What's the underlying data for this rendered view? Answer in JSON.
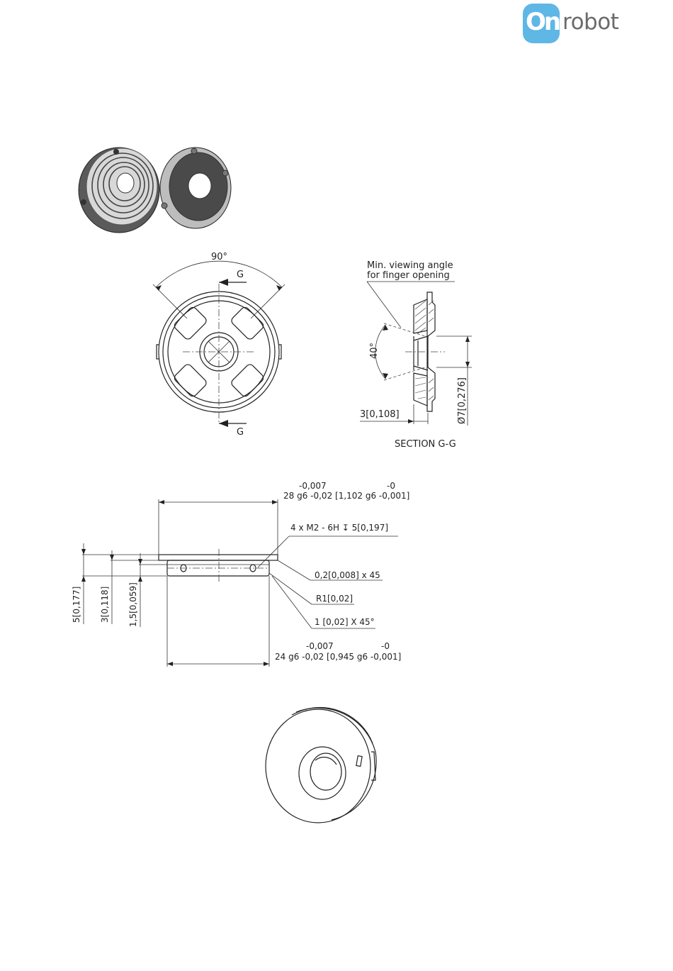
{
  "logo": {
    "badge_text": "On",
    "word": "robot",
    "badge_color": "#5fb7e5",
    "word_color": "#6b6b6b"
  },
  "front_view": {
    "angle_label": "90°",
    "section_mark_top": "G",
    "section_mark_bottom": "G"
  },
  "section_view": {
    "note_line1": "Min. viewing angle",
    "note_line2": "for finger opening",
    "angle_label": "40°",
    "width_dim": "3[0,108]",
    "diameter_dim": "Ø7[0,276]",
    "caption": "SECTION G-G"
  },
  "side_view": {
    "top_tol_upper": "-0,007",
    "top_tol_upper_inch": "-0",
    "top_dim": "28 g6 -0,02 [1,102 g6 -0,001]",
    "thread_note": "4 x M2 - 6H ↧ 5[0,197]",
    "chamfer_note": "0,2[0,008] x 45",
    "radius_note": "R1[0,02]",
    "chamfer2_note": "1 [0,02] X 45°",
    "left_dim1": "5[0,177]",
    "left_dim2": "3[0,118]",
    "left_dim3": "1,5[0,059]",
    "bottom_tol_upper": "-0,007",
    "bottom_tol_upper_inch": "-0",
    "bottom_dim": "24 g6 -0,02 [0,945 g6 -0,001]"
  }
}
